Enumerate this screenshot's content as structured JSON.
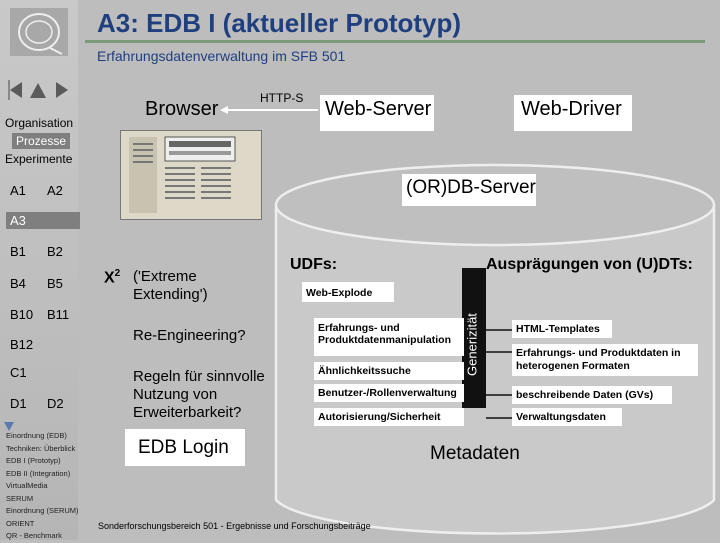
{
  "header": {
    "title": "A3: EDB I (aktueller Prototyp)",
    "subtitle": "Erfahrungsdatenverwaltung im SFB 501"
  },
  "sidebar": {
    "nav_icons": [
      "arrow-left-icon",
      "arrow-up-icon",
      "arrow-right-icon"
    ],
    "sections": [
      "Organisation",
      "Prozesse",
      "Experimente"
    ],
    "grid": [
      [
        "A1",
        "A2"
      ],
      [
        "A3"
      ],
      [
        "B1",
        "B2"
      ],
      [
        "B4",
        "B5"
      ],
      [
        "B10",
        "B11"
      ],
      [
        "B12"
      ],
      [
        "C1"
      ],
      [
        "D1",
        "D2"
      ]
    ],
    "links": [
      "Einordnung (EDB)",
      "Techniken: Überblick",
      "EDB I (Prototyp)",
      "EDB II (Integration)",
      "VirtualMedia",
      "SERUM",
      "Einordnung (SERUM)",
      "ORIENT",
      "QR - Benchmark"
    ]
  },
  "diagram": {
    "browser_label": "Browser",
    "http_label": "HTTP-S",
    "webserver_label": "Web-Server",
    "webdriver_label": "Web-Driver",
    "dbserver_label": "(OR)DB-Server",
    "udfs_label": "UDFs:",
    "auspraegungen_label": "Ausprägungen von (U)DTs:",
    "web_explode": "Web-Explode",
    "generizitaet": "Generizität",
    "udf_items": [
      "Erfahrungs- und Produktdatenmanipulation",
      "Ähnlichkeitssuche",
      "Benutzer-/Rollenverwaltung",
      "Autorisierung/Sicherheit"
    ],
    "dt_items": [
      "HTML-Templates",
      "Erfahrungs- und Produktdaten in heterogenen Formaten",
      "beschreibende Daten (GVs)",
      "Verwaltungsdaten"
    ],
    "metadaten": "Metadaten",
    "x2_label": "X",
    "x2_sup": "2",
    "x2_text": "('Extreme Extending')",
    "reengineering": "Re-Engineering?",
    "regeln": "Regeln für sinnvolle Nutzung von Erweiterbarkeit?",
    "edb_login": "EDB Login",
    "footer": "Sonderforschungsbereich 501 - Ergebnisse und Forschungsbeiträge"
  },
  "colors": {
    "background": "#bdbdbd",
    "title_text": "#1f3f7f",
    "accent_rule": "#7a9a7a",
    "cylinder": "#c8c8c8"
  }
}
